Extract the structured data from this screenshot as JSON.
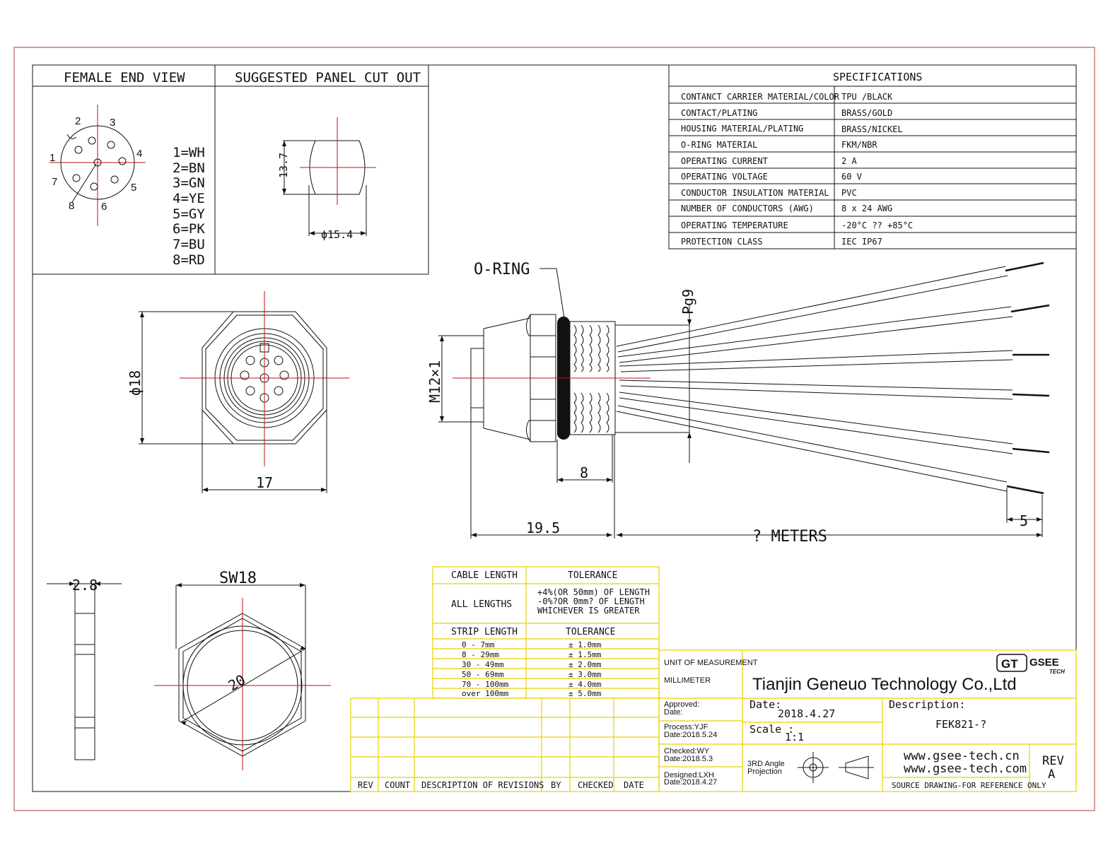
{
  "views": {
    "female_end_view": "FEMALE END VIEW",
    "panel_cut_out": "SUGGESTED PANEL CUT OUT"
  },
  "pin_numbers": [
    "1",
    "2",
    "3",
    "4",
    "5",
    "6",
    "7",
    "8"
  ],
  "wire_colors": [
    "1=WH",
    "2=BN",
    "3=GN",
    "4=YE",
    "5=GY",
    "6=PK",
    "7=BU",
    "8=RD"
  ],
  "dimensions": {
    "cut_height": "13.7",
    "cut_dia": "ϕ15.4",
    "phi18": "ϕ18",
    "width17": "17",
    "o_ring": "O-RING",
    "pg9": "Pg9",
    "m12": "M12×1",
    "d8": "8",
    "d19_5": "19.5",
    "meters": "? METERS",
    "d5": "5",
    "d2_8": "2.8",
    "sw18": "SW18",
    "d20": "20"
  },
  "specifications": {
    "title": "SPECIFICATIONS",
    "rows": [
      {
        "label": "CONTANCT CARRIER MATERIAL/COLOR",
        "value": "TPU /BLACK"
      },
      {
        "label": "CONTACT/PLATING",
        "value": "BRASS/GOLD"
      },
      {
        "label": "HOUSING MATERIAL/PLATING",
        "value": "BRASS/NICKEL"
      },
      {
        "label": "O-RING MATERIAL",
        "value": "FKM/NBR"
      },
      {
        "label": "OPERATING CURRENT",
        "value": "2 A"
      },
      {
        "label": "OPERATING VOLTAGE",
        "value": "60 V"
      },
      {
        "label": "CONDUCTOR INSULATION MATERIAL",
        "value": "PVC"
      },
      {
        "label": "NUMBER OF CONDUCTORS (AWG)",
        "value": "8 x 24 AWG"
      },
      {
        "label": "OPERATING TEMPERATURE",
        "value": "-20°C ?? +85°C"
      },
      {
        "label": "PROTECTION CLASS",
        "value": "IEC  IP67"
      }
    ]
  },
  "tolerance": {
    "cable_length_header": "CABLE LENGTH",
    "tolerance_header": "TOLERANCE",
    "all_lengths": "ALL LENGTHS",
    "all_lengths_tol": [
      "+4%(OR 50mm) OF LENGTH",
      "-0%?OR 0mm? OF LENGTH",
      "WHICHEVER  IS  GREATER"
    ],
    "strip_length_header": "STRIP LENGTH",
    "strip_tol_header": "TOLERANCE",
    "strip_rows": [
      {
        "range": "0 - 7mm",
        "tol": "± 1.0mm"
      },
      {
        "range": "8 - 29mm",
        "tol": "± 1.5mm"
      },
      {
        "range": "30 - 49mm",
        "tol": "± 2.0mm"
      },
      {
        "range": "50 - 69mm",
        "tol": "± 3.0mm"
      },
      {
        "range": "70 - 100mm",
        "tol": "± 4.0mm"
      },
      {
        "range": "over 100mm",
        "tol": "± 5.0mm"
      }
    ]
  },
  "revisions": {
    "headers": [
      "REV",
      "COUNT",
      "DESCRIPTION  OF  REVISIONS",
      "BY",
      "CHECKED",
      "DATE"
    ]
  },
  "title_block": {
    "unit_label": "UNIT OF MEASUREMENT",
    "unit_value": "MILLIMETER",
    "company": "Tianjin Geneuo Technology Co.,Ltd",
    "logo_mark": "GT",
    "logo_text": "GSEE",
    "logo_sub": "TECH",
    "approved": "Approved:",
    "approved_date": "Date:",
    "process": "Process:YJF",
    "process_date": "Date:2018.5.24",
    "checked": "Checked:WY",
    "checked_date": "Date:2018.5.3",
    "designed": "Designed:LXH",
    "designed_date": "Date:2018.4.27",
    "date_label": "Date:",
    "date_value": "2018.4.27",
    "scale_label": "Scale :",
    "scale_value": "1:1",
    "description_label": "Description:",
    "description_value": "FEK821-?",
    "projection": [
      "3RD Angle",
      "Projection"
    ],
    "web1": "www.gsee-tech.cn",
    "web2": "www.gsee-tech.com",
    "source_note": "SOURCE DRAWING-FOR REFERENCE ONLY",
    "rev_label": "REV",
    "rev_value": "A"
  }
}
